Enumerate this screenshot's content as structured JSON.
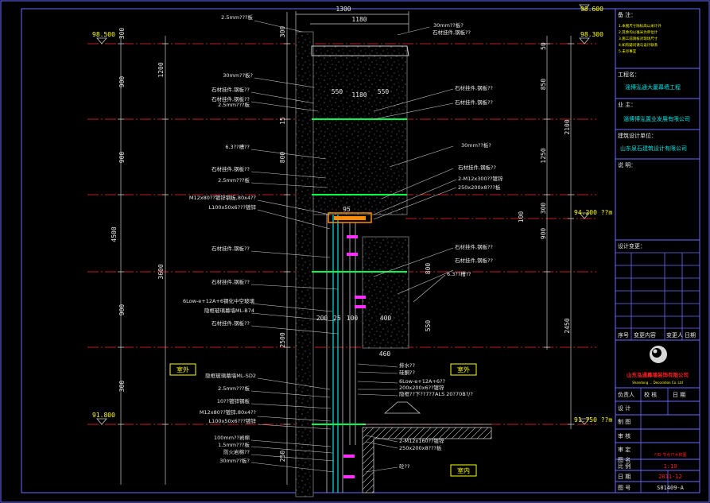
{
  "colors": {
    "background": "#000000",
    "frame": "#6a6aff",
    "dim_line": "#c8c8c8",
    "dim_text": "#e8e8e8",
    "grid_red": "#ff2b2b",
    "leader": "#e8e8e8",
    "label_yellow": "#ffff00",
    "green": "#00ff40",
    "magenta": "#ff30ff",
    "cyan": "#00e0e0",
    "stone": "#6a6a6a",
    "tb_red": "#ff2020"
  },
  "dims": {
    "top_width": "1300",
    "top_split_a": "1180",
    "mid_550_a": "550",
    "mid_1180": "1180",
    "mid_550_b": "550",
    "d200": "200",
    "d25": "25",
    "d100": "100",
    "d400": "400",
    "d460": "460",
    "d95": "95",
    "left_300": "300",
    "left_1200": "1200",
    "left_900_a": "900",
    "left_4500": "4500",
    "left_900_b": "900",
    "left_3600": "3600",
    "left_900_c": "900",
    "left_300_b": "300",
    "inner_300": "300",
    "inner_800": "800",
    "inner_2500": "2500",
    "inner_250": "250",
    "inner_15": "15",
    "right_50": "50",
    "right_850": "850",
    "right_2100": "2100",
    "right_1250": "1250",
    "right_300": "300",
    "right_900": "900",
    "right_800": "800",
    "right_550": "550",
    "right_2450": "2450",
    "right_100": "100"
  },
  "levels": {
    "left_top": "98.500",
    "left_bottom": "91.800",
    "right_top_a": "98.600",
    "right_top_b": "98.300",
    "right_mid": "94.200 ??m",
    "right_bottom": "91.750 ??m"
  },
  "labels": {
    "l1": "2.5mm???板",
    "l2": "30mm??板?",
    "l3": "石材挂件,钢板??",
    "l4": "石材挂件,钢板??",
    "l5": "2.5mm???板",
    "l6": "6.3??槽??",
    "l7": "2.5mm???板",
    "l8": "石材挂件,钢板??",
    "l9": "M12x80??镀锌钢板,80x4??",
    "l10": "L100x50x6???镀锌",
    "l11": "石材挂件,钢板??",
    "l12": "石材挂件,钢板??",
    "l13": "6Low-e+12A+6钢化中空玻璃",
    "l14": "隐框玻璃幕墙ML-B74",
    "l15": "石材挂件,钢板??",
    "l16": "隐框玻璃幕墙ML-SD2",
    "l17": "2.5mm???板",
    "l18": "10??镀锌钢板",
    "l19": "M12x80??镀锌,80x4??",
    "l20": "L100x50x6???镀锌",
    "l21": "100mm??岩棉",
    "l22": "1.5mm???板",
    "l23": "防火岩棉??",
    "l24": "30mm??板?",
    "r1": "30mm??板?",
    "r2": "石材挂件,钢板??",
    "r3": "石材挂件,钢板??",
    "r4": "石材挂件,钢板??",
    "r5": "30mm??板?",
    "r6": "石材挂件,钢板??",
    "r7": "2-M12x300??镀锌",
    "r8": "250x200x8???板",
    "r9": "石材挂件,钢板??",
    "r10": "石材挂件,钢板??",
    "r11": "6.3??槽??",
    "b1": "排水??",
    "b2": "硅酮??",
    "b3": "6Low-e+12A+6??",
    "b4": "200x200x6??镀锌",
    "b5": "隐框??下??7?7ALS 20?70B?/?",
    "b6": "2-M12x160??镀锌",
    "b7": "250x200x8???板",
    "b8": "砼??",
    "outdoor_left": "室外",
    "outdoor_right": "室外",
    "indoor": "室内"
  },
  "title_block": {
    "notes_label": "备 注：",
    "notes_lines": [
      "1.本图尺寸除标高以米计外",
      "2.其余均以毫米为单位计",
      "3.施工前请核对现场尺寸",
      "4.如有疑问请与设计联系",
      "5.未尽事宜"
    ],
    "project_label": "工程名：",
    "project_name": "淄博泓通大厦幕墙工程",
    "owner_label": "业 主：",
    "owner_name": "淄博博泓置业发展有限公司",
    "design_unit_label": "建筑设计单位：",
    "design_unit_name": "山东泉石建筑设计有限公司",
    "remarks_label": "说 明：",
    "revision_label": "设计变更：",
    "revision_cols": [
      "序号",
      "变更内容",
      "变更人",
      "日期"
    ],
    "company_cn": "山东泓通幕墙装饰有限公司",
    "company_en": "Shandong ... Decoration Co. Ltd",
    "resp_label": "负责人",
    "check_label": "校 核",
    "date_label": "日 期",
    "design_label": "设 计",
    "draw_label": "制 图",
    "audit_label": "审 核",
    "approve_label": "审 定",
    "drawing_name_label": "图 名",
    "drawing_name": "??D 节点??大样图",
    "scale_label": "比 例",
    "scale_value": "1:10",
    "date_label2": "日 期",
    "date_value": "2011-12",
    "number_label": "图 号",
    "number_value": "S01409-A"
  }
}
